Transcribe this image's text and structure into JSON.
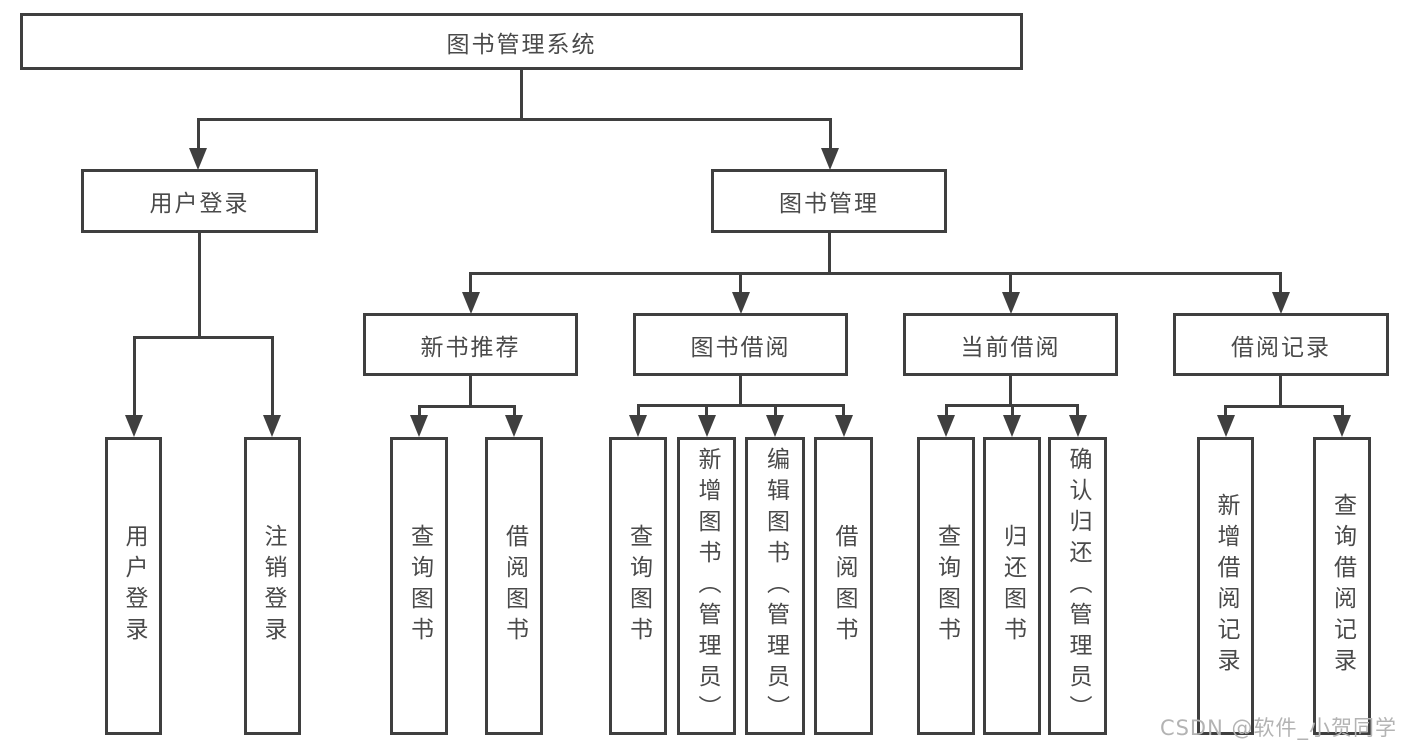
{
  "colors": {
    "line": "#3f3f3f",
    "text": "#4a4a4a",
    "background": "#ffffff",
    "watermark": "#b3b3b3"
  },
  "watermark": {
    "text": "CSDN @软件_小贺同学"
  },
  "diagram": {
    "title": "图书管理系统",
    "nodes": {
      "root": "图书管理系统",
      "user_login": "用户登录",
      "book_management": "图书管理",
      "new_book_recommend": "新书推荐",
      "book_borrowing": "图书借阅",
      "current_borrowing": "当前借阅",
      "borrow_records": "借阅记录",
      "leaf_user_login": "用户登录",
      "leaf_logout": "注销登录",
      "leaf_nb_query_books": "查询图书",
      "leaf_nb_borrow_books": "借阅图书",
      "leaf_bb_query_books": "查询图书",
      "leaf_bb_add_books_admin": "新增图书（管理员）",
      "leaf_bb_edit_books_admin": "编辑图书（管理员）",
      "leaf_bb_borrow_books": "借阅图书",
      "leaf_cb_query_books": "查询图书",
      "leaf_cb_return_books": "归还图书",
      "leaf_cb_confirm_return_admin": "确认归还（管理员）",
      "leaf_br_add_record": "新增借阅记录",
      "leaf_br_query_record": "查询借阅记录"
    }
  }
}
